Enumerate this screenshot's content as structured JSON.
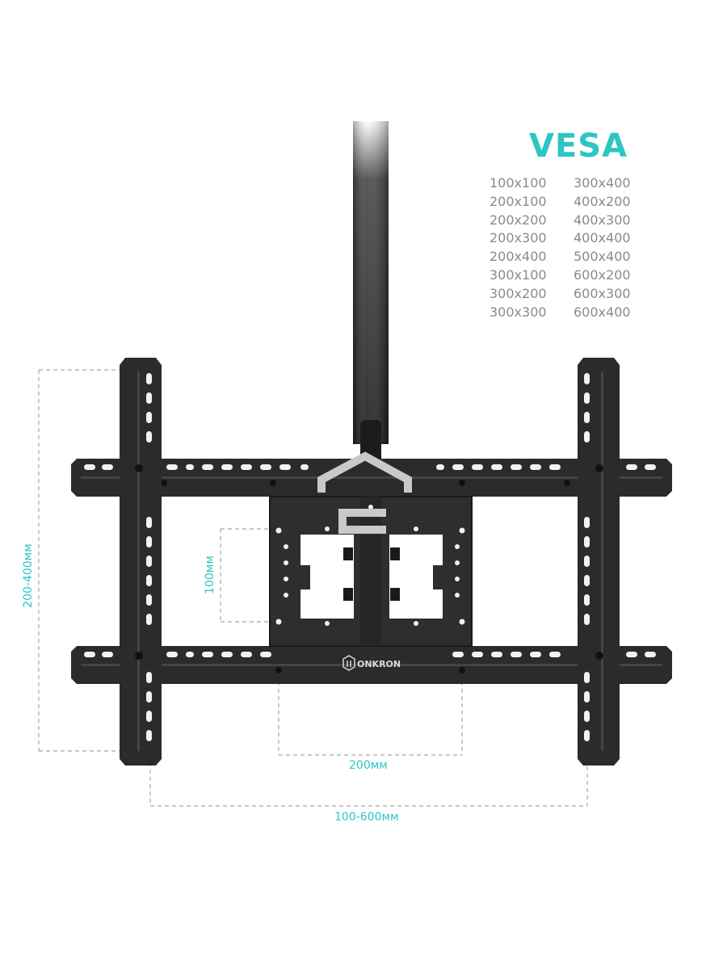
{
  "vesa": {
    "title": "VESA",
    "sizes_left": [
      "100x100",
      "200x100",
      "200x200",
      "200x300",
      "200x400",
      "300x100",
      "300x200",
      "300x300"
    ],
    "sizes_right": [
      "300x400",
      "400x200",
      "400x300",
      "400x400",
      "500x400",
      "600x200",
      "600x300",
      "600x400"
    ]
  },
  "dimensions": {
    "vertical_rail": "200-400мм",
    "vertical_plate": "100мм",
    "horizontal_plate": "200мм",
    "horizontal_rail": "100-600мм"
  },
  "brand": {
    "logo_text": "ONKRON"
  },
  "colors": {
    "accent": "#2cc6c4",
    "metal": "#2b2b2b",
    "dash": "#a8a8a8",
    "text_gray": "#8a8a8a"
  },
  "icons": {
    "brand": "onkron-logo-icon",
    "watermark": "home-watermark-icon"
  }
}
